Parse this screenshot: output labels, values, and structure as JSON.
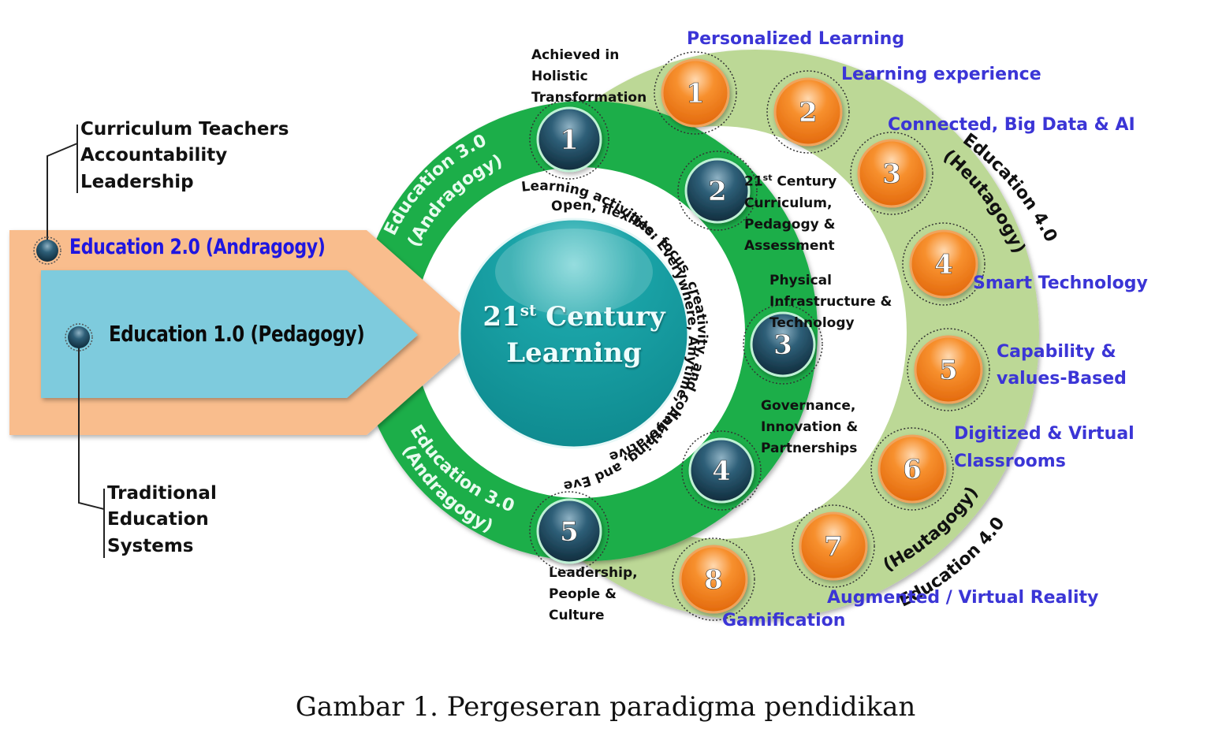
{
  "figure": {
    "caption": "Gambar 1. Pergeseran paradigma pendidikan",
    "colors": {
      "edu1_fill": "#7ecbdd",
      "edu2_fill": "#f9bd8d",
      "edu3_ring": "#1fae4a",
      "edu4_ring": "#bcd896",
      "core": "#14999e",
      "dark_node": "#1d4a61",
      "orange_node": "#f47e1a",
      "blue_text": "#3b35d6"
    }
  },
  "education_1": {
    "title": "Education 1.0 (Pedagogy)",
    "note_lines": [
      "Traditional",
      "Education",
      "Systems"
    ]
  },
  "education_2": {
    "title": "Education 2.0 (Andragogy)",
    "note_lines": [
      "Curriculum Teachers",
      "Accountability",
      "Leadership"
    ]
  },
  "education_3": {
    "ring_label_line1": "Education 3.0",
    "ring_label_line2": "(Andragogy)",
    "nodes": [
      {
        "number": "1",
        "lines": [
          "Achieved in",
          "Holistic",
          "Transformation"
        ]
      },
      {
        "number": "2",
        "sup_prefix": "21",
        "sup": "st",
        "lines": [
          " Century",
          "Curriculum,",
          "Pedagogy &",
          "Assessment"
        ]
      },
      {
        "number": "3",
        "lines": [
          "Physical",
          "Infrastructure &",
          "Technology"
        ]
      },
      {
        "number": "4",
        "lines": [
          "Governance,",
          "Innovation &",
          "Partnerships"
        ]
      },
      {
        "number": "5",
        "lines": [
          "Leadership,",
          "People &",
          "Culture"
        ]
      }
    ]
  },
  "core": {
    "title_prefix": "21",
    "title_sup": "st",
    "title_rest": " Century",
    "title_line2": "Learning",
    "arc_text_outer": "Learning activities: Everywhere, Anytime, Anything, and Everyone",
    "arc_text_inner": "Open, flexible, focus, creativity, and collaborative"
  },
  "education_4": {
    "ring_label_line1": "Education 4.0",
    "ring_label_line2": "(Heutagogy)",
    "nodes": [
      {
        "number": "1",
        "lines": [
          "Personalized Learning"
        ]
      },
      {
        "number": "2",
        "lines": [
          "Learning experience"
        ]
      },
      {
        "number": "3",
        "lines": [
          "Connected, Big Data & AI"
        ]
      },
      {
        "number": "4",
        "lines": [
          "Smart Technology"
        ]
      },
      {
        "number": "5",
        "lines": [
          "Capability &",
          "values-Based"
        ]
      },
      {
        "number": "6",
        "lines": [
          "Digitized & Virtual",
          "Classrooms"
        ]
      },
      {
        "number": "7",
        "lines": [
          "Augmented / Virtual Reality"
        ]
      },
      {
        "number": "8",
        "lines": [
          "Gamification"
        ]
      }
    ]
  }
}
